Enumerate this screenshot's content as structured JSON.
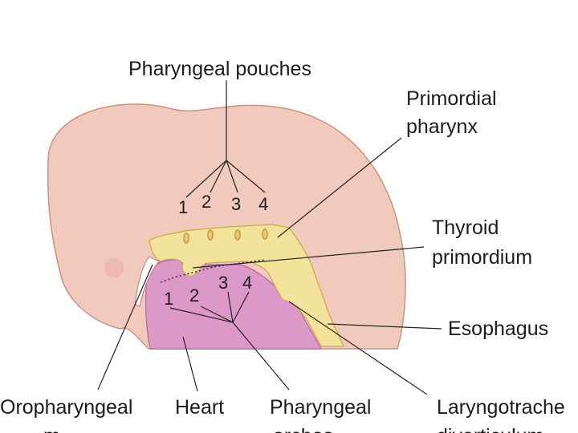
{
  "colors": {
    "head": "#f2c9bd",
    "head_edge": "#c8937f",
    "heart": "#dc98c6",
    "heart_edge": "#b06a98",
    "pharynx": "#f2e29a",
    "pharynx_edge": "#c9a84f",
    "leader": "#222222"
  },
  "labels": {
    "pharyngeal_pouches": "Pharyngeal pouches",
    "primordial_pharynx_line1": "Primordial",
    "primordial_pharynx_line2": "pharynx",
    "thyroid_line1": "Thyroid",
    "thyroid_line2": "primordium",
    "esophagus": "Esophagus",
    "oropharyngeal": "Oropharyngeal",
    "heart": "Heart",
    "pharyngeal_arches": "Pharyngeal",
    "laryngotracheal": "Laryngotrache",
    "oropharyngeal_line2_partial": "m",
    "pharyngeal_arches_line2_partial": "arches",
    "laryngotracheal_line2_partial": "diverticulum"
  },
  "pouch_numbers": [
    "1",
    "2",
    "3",
    "4"
  ],
  "arch_numbers": [
    "1",
    "2",
    "3",
    "4"
  ]
}
